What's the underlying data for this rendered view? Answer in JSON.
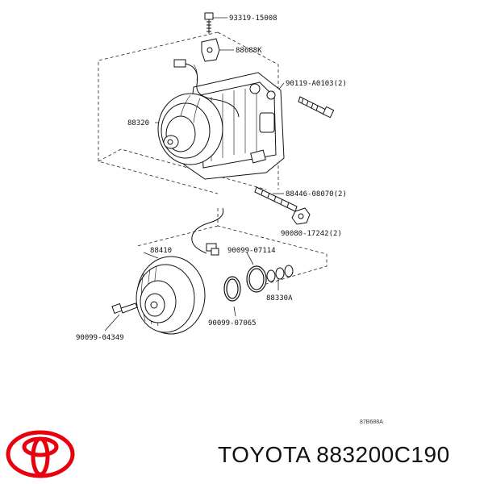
{
  "diagram": {
    "reference_code": "87B688A",
    "labels": {
      "p93319": "93319-15008",
      "p88688": "88688K",
      "p90119": "90119-A0103(2)",
      "p88320": "88320",
      "p88446": "88446-08070(2)",
      "p90080": "90080-17242(2)",
      "p88410": "88410",
      "p90099a": "90099-07114",
      "p88330": "88330A",
      "p90099b": "90099-07065",
      "p90099c": "90099-04349"
    }
  },
  "footer": {
    "brand": "TOYOTA",
    "part_number": "883200C190",
    "logo_icon": "toyota-logo-icon",
    "logo_color": "#e8000e"
  }
}
